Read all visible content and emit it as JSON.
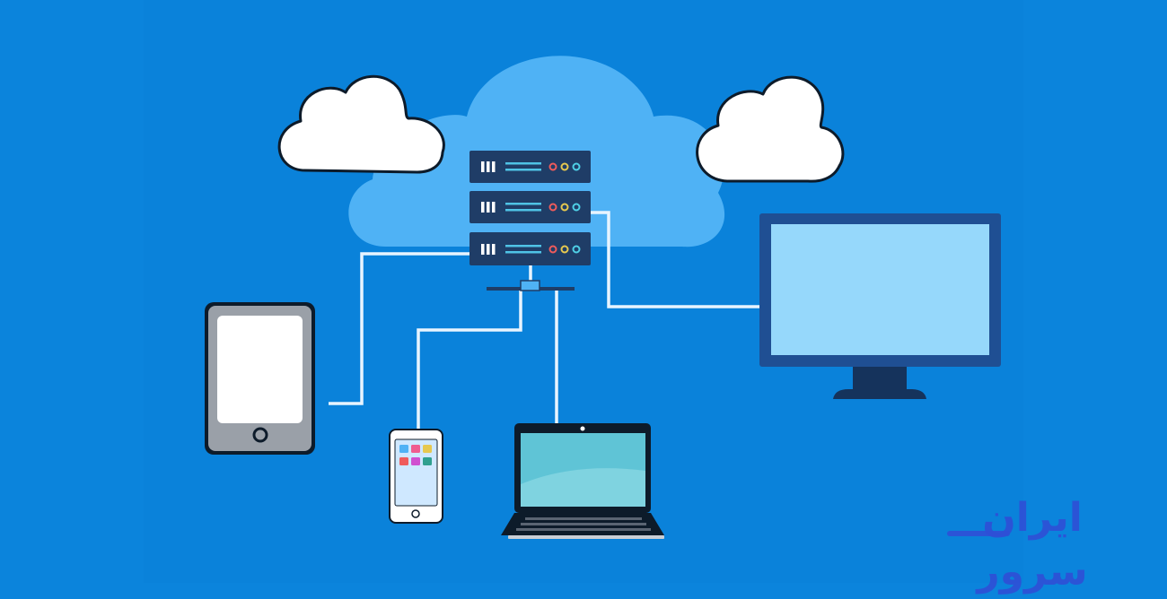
{
  "diagram": {
    "kind": "cloud-network",
    "colors": {
      "background": "#0b84dc",
      "cloud_main": "#4fb2f5",
      "cloud_small": "#ffffff",
      "server_unit": "#1f3d67",
      "cable": "#e8f4ff",
      "monitor_frame": "#1f4f93",
      "monitor_screen": "#96d8fb",
      "laptop_screen": "#5fc4d6",
      "tablet_frame": "#9aa0a8"
    },
    "nodes": [
      {
        "id": "server-rack",
        "icon": "server-rack-icon",
        "units": 3
      },
      {
        "id": "monitor",
        "icon": "desktop-monitor-icon"
      },
      {
        "id": "tablet",
        "icon": "tablet-icon"
      },
      {
        "id": "smartphone",
        "icon": "smartphone-icon"
      },
      {
        "id": "laptop",
        "icon": "laptop-icon"
      }
    ],
    "links": [
      {
        "from": "server-rack",
        "to": "monitor"
      },
      {
        "from": "server-rack",
        "to": "tablet"
      },
      {
        "from": "server-rack",
        "to": "smartphone"
      },
      {
        "from": "server-rack",
        "to": "laptop"
      }
    ]
  },
  "brand": {
    "logo_text": "ایران سرور",
    "color": "#2f4fd6"
  }
}
